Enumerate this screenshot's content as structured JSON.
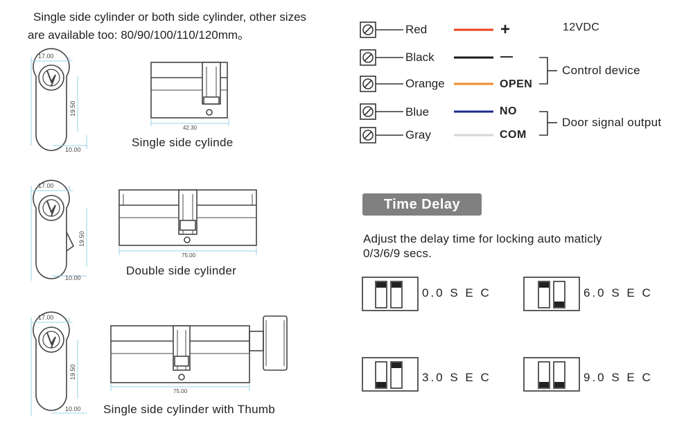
{
  "intro": {
    "line1": "Single side cylinder or both side cylinder, other sizes",
    "line2": "are available too: 80/90/100/110/120mm。"
  },
  "cylinders": [
    {
      "caption": "Single side cylinde",
      "dim_top": "17.00",
      "dim_side": "19.50",
      "dim_bottom": "10.00",
      "dim_length": "42.30"
    },
    {
      "caption": "Double side cylinder",
      "dim_top": "17.00",
      "dim_side": "19.50",
      "dim_bottom": "10.00",
      "dim_length": "75.00"
    },
    {
      "caption": "Single side cylinder with Thumb",
      "dim_top": "17.00",
      "dim_side": "19.50",
      "dim_bottom": "10.00",
      "dim_length": "75.00"
    }
  ],
  "wiring": {
    "wires": [
      {
        "name": "Red",
        "color": "#e8401c",
        "function": "+"
      },
      {
        "name": "Black",
        "color": "#1a1a1a",
        "function": "—"
      },
      {
        "name": "Orange",
        "color": "#f08a2c",
        "function": "OPEN"
      },
      {
        "name": "Blue",
        "color": "#1c2a8c",
        "function": "NO"
      },
      {
        "name": "Gray",
        "color": "#d6d6d6",
        "function": "COM"
      }
    ],
    "power_label": "12VDC",
    "control_label": "Control device",
    "signal_label": "Door signal output"
  },
  "time_delay": {
    "title": "Time Delay",
    "description_line1": "Adjust the delay time for locking auto maticly",
    "description_line2": "0/3/6/9 secs.",
    "settings": [
      {
        "label": "0.0 S E C",
        "switch1": "up",
        "switch2": "up"
      },
      {
        "label": "6.0 S E C",
        "switch1": "up",
        "switch2": "down"
      },
      {
        "label": "3.0 S E C",
        "switch1": "down",
        "switch2": "up"
      },
      {
        "label": "9.0 S E C",
        "switch1": "down",
        "switch2": "down"
      }
    ]
  }
}
